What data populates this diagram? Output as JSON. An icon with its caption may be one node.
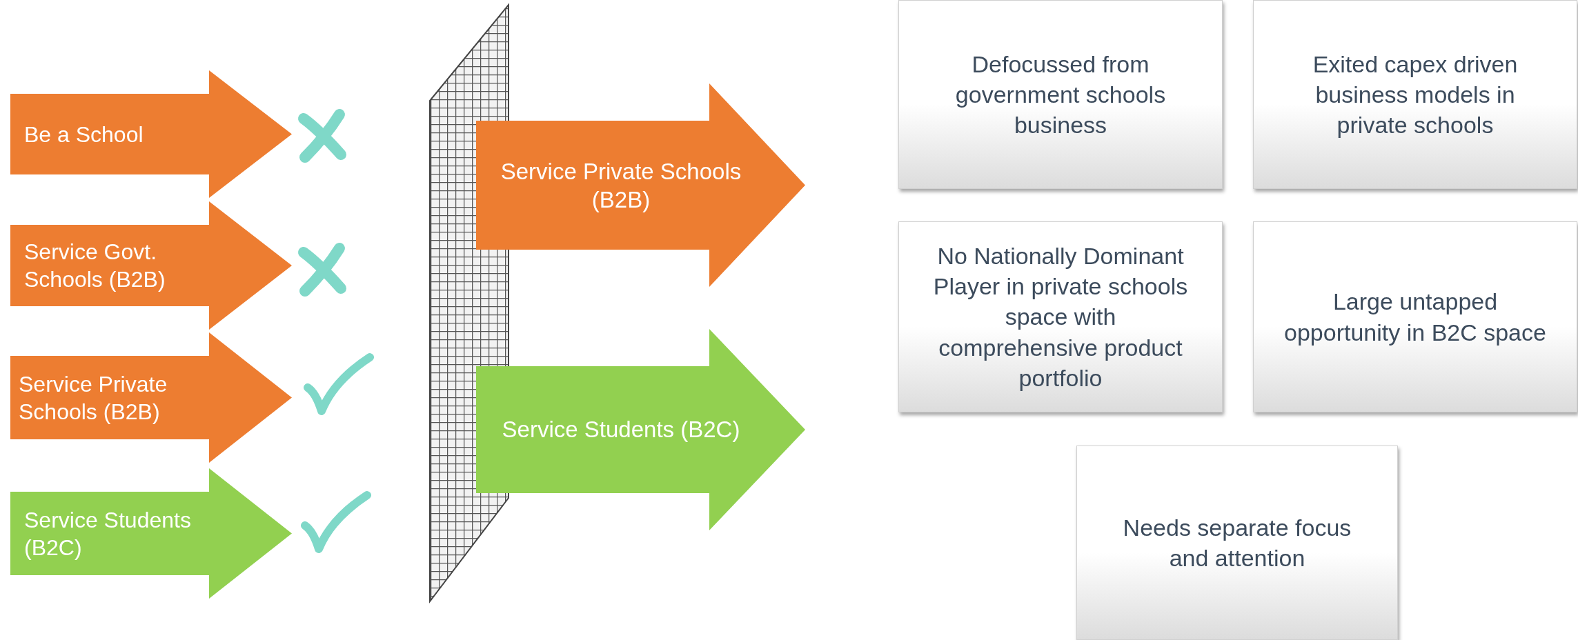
{
  "diagram": {
    "nodes": [
      {
        "text": [
          "Be a School"
        ]
      },
      {
        "text": [
          "Service Govt. Schools (B2B)"
        ]
      },
      {
        "text": [
          "Service Private Schools (B2B)"
        ]
      },
      {
        "text": [
          "Service Students (B2C)"
        ]
      },
      {
        "text": [
          "Service Private Schools (B2B)"
        ]
      },
      {
        "text": [
          "Service Students (B2C)"
        ]
      },
      {
        "text": [
          "Defocussed from government schools business"
        ]
      },
      {
        "text": [
          "Exited capex driven business models in private schools"
        ]
      },
      {
        "text": [
          "No Nationally Dominant Player in private schools space with comprehensive product portfolio"
        ]
      },
      {
        "text": [
          "Large untapped opportunity in B2C space"
        ]
      },
      {
        "text": [
          "Needs separate focus and attention"
        ]
      }
    ]
  }
}
